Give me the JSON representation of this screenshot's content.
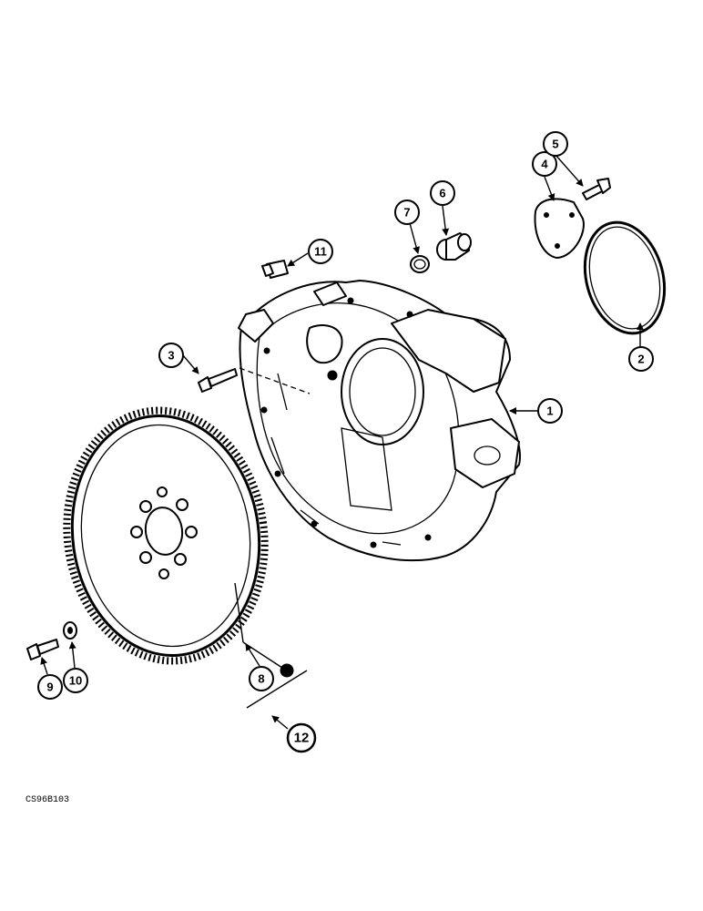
{
  "drawing_id": "CS96B103",
  "callouts": [
    {
      "label": "1"
    },
    {
      "label": "2"
    },
    {
      "label": "3"
    },
    {
      "label": "4"
    },
    {
      "label": "5"
    },
    {
      "label": "6"
    },
    {
      "label": "7"
    },
    {
      "label": "8"
    },
    {
      "label": "9"
    },
    {
      "label": "10"
    },
    {
      "label": "11"
    },
    {
      "label": "12"
    }
  ]
}
